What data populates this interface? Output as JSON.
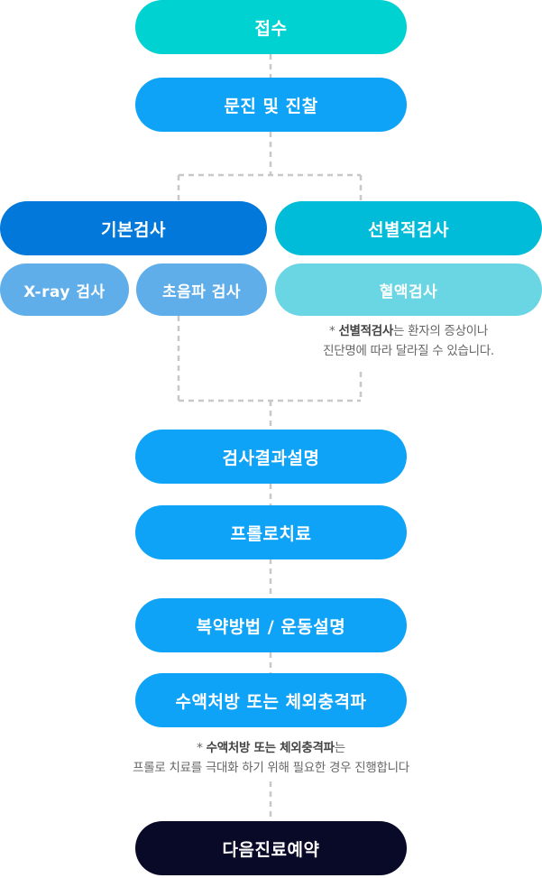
{
  "steps": {
    "reception": "접수",
    "consultation": "문진 및 진찰",
    "basic_exam": "기본검사",
    "xray": "X-ray 검사",
    "ultrasound": "초음파 검사",
    "optional_exam": "선별적검사",
    "blood_test": "혈액검사",
    "result_explanation": "검사결과설명",
    "prolotherapy": "프롤로치료",
    "medication_exercise": "복약방법 / 운동설명",
    "prescription_shockwave": "수액처방 또는 체외충격파",
    "next_appointment": "다음진료예약"
  },
  "notes": {
    "optional": {
      "prefix": "* ",
      "bold": "선별적검사",
      "rest": "는 환자의 증상이나",
      "line2": "진단명에 따라 달라질 수 있습니다."
    },
    "prescription": {
      "prefix": "* ",
      "bold": "수액처방 또는 체외충격파",
      "rest": "는",
      "line2": "프롤로 치료를 극대화 하기 위해 필요한 경우 진행합니다"
    }
  },
  "colors": {
    "teal": "#00d2d2",
    "blue": "#0fa3f8",
    "dark_blue": "#0378db",
    "cyan": "#00bcd8",
    "light_blue": "#5faeea",
    "light_cyan": "#6ad5e3",
    "navy": "#090a27",
    "connector": "#c8c8c8"
  }
}
